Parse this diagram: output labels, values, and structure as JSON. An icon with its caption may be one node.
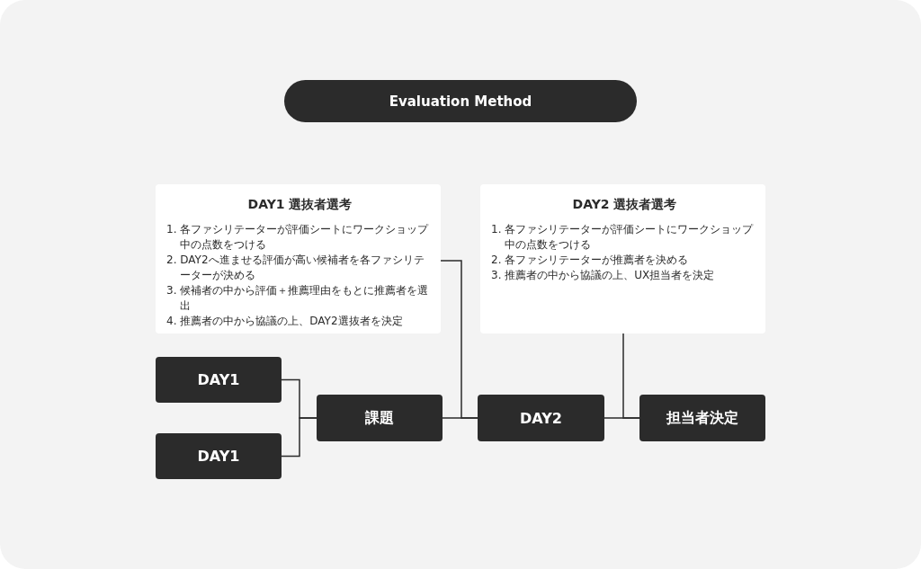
{
  "diagram": {
    "nodes": [
      {
        "text": [
          "Evaluation Method"
        ]
      },
      {
        "text": [
          "DAY1 選抜者選考",
          "1. 各ファシリテーターが評価シートにワークショップ中の点数をつける",
          "2. DAY2へ進ませる評価が高い候補者を各ファシリテーターが決める",
          "3. 候補者の中から評価＋推薦理由をもとに推薦者を選出",
          "4. 推薦者の中から協議の上、DAY2選抜者を決定"
        ]
      },
      {
        "text": [
          "DAY2 選抜者選考",
          "1. 各ファシリテーターが評価シートにワークショップ中の点数をつける",
          "2. 各ファシリテーターが推薦者を決める",
          "3. 推薦者の中から協議の上、UX担当者を決定"
        ]
      },
      {
        "text": [
          "DAY1"
        ]
      },
      {
        "text": [
          "DAY1"
        ]
      },
      {
        "text": [
          "課題"
        ]
      },
      {
        "text": [
          "DAY2"
        ]
      },
      {
        "text": [
          "担当者決定"
        ]
      }
    ],
    "edges": [
      {
        "from": 3,
        "to": 5,
        "arrow": "none"
      },
      {
        "from": 4,
        "to": 5,
        "arrow": "none"
      },
      {
        "from": 5,
        "to": 6,
        "arrow": "none"
      },
      {
        "from": 1,
        "to": 6,
        "arrow": "none"
      },
      {
        "from": 6,
        "to": 7,
        "arrow": "none"
      },
      {
        "from": 2,
        "to": 7,
        "arrow": "none"
      }
    ]
  }
}
